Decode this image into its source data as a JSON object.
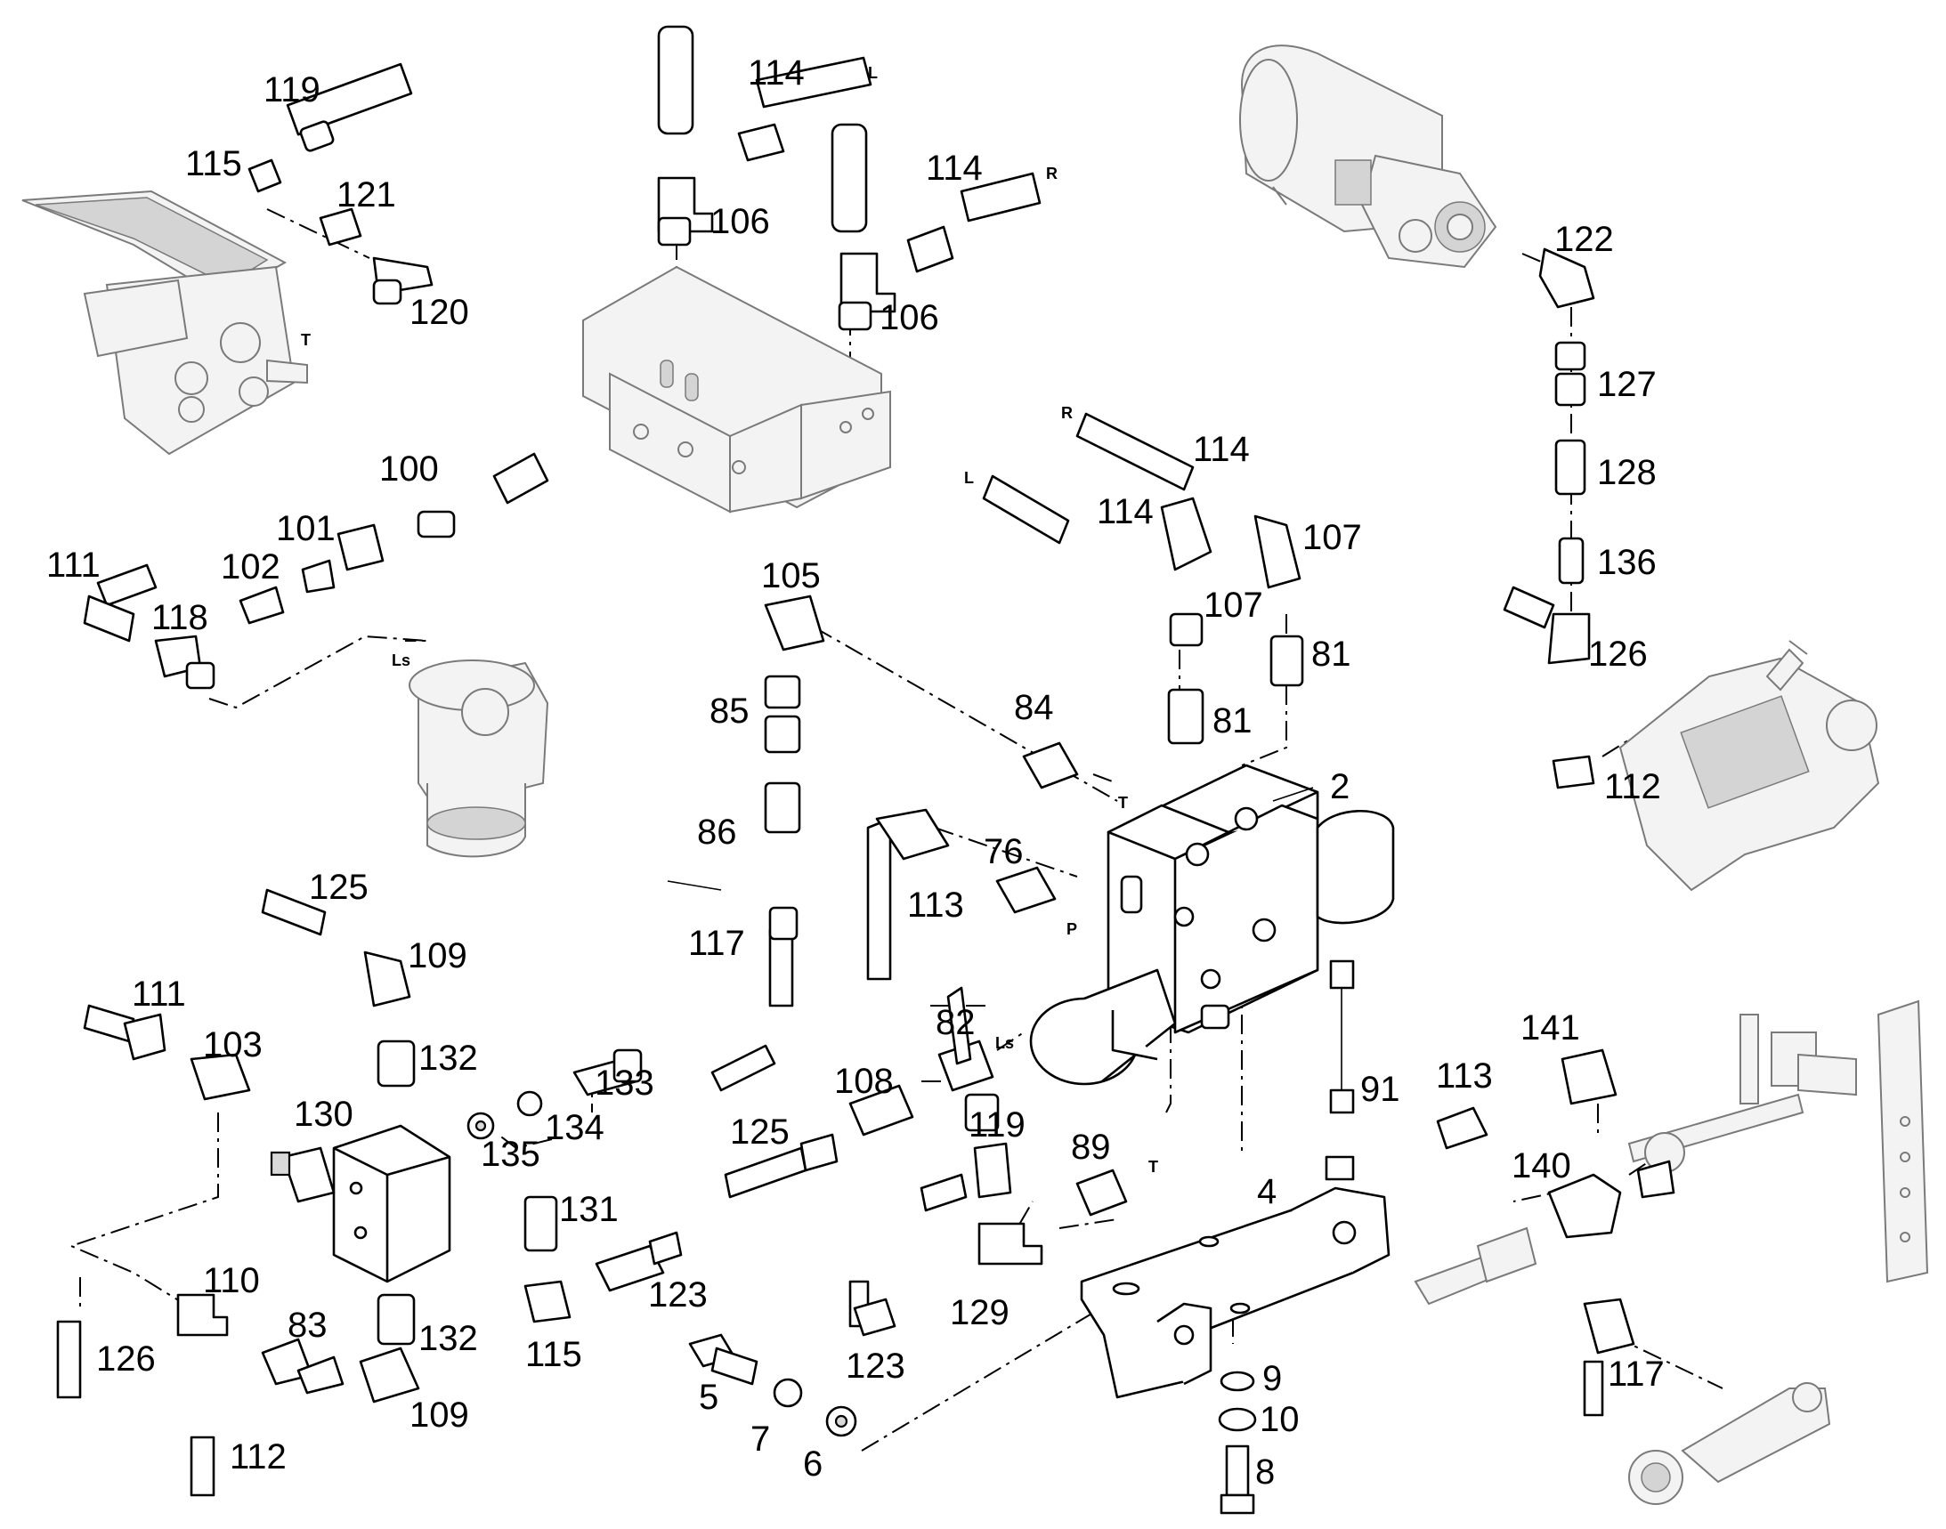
{
  "diagram": {
    "callouts": [
      "119",
      "115",
      "121",
      "120",
      "114",
      "106",
      "114",
      "106",
      "122",
      "127",
      "128",
      "136",
      "126",
      "100",
      "101",
      "102",
      "111",
      "118",
      "105",
      "114",
      "114",
      "107",
      "107",
      "81",
      "81",
      "85",
      "84",
      "86",
      "2",
      "76",
      "113",
      "117",
      "112",
      "125",
      "109",
      "111",
      "103",
      "132",
      "133",
      "130",
      "134",
      "135",
      "131",
      "108",
      "82",
      "125",
      "119",
      "89",
      "91",
      "113",
      "141",
      "140",
      "4",
      "123",
      "115",
      "110",
      "83",
      "126",
      "112",
      "132",
      "109",
      "123",
      "129",
      "117",
      "5",
      "7",
      "6",
      "9",
      "10",
      "8"
    ],
    "port_labels": [
      "L",
      "R",
      "T",
      "R",
      "L",
      "Ls",
      "T",
      "P",
      "Ls",
      "T"
    ]
  }
}
